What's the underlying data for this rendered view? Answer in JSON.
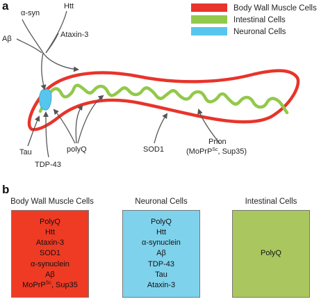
{
  "panel_a": {
    "letter": "a",
    "legend": [
      {
        "label": "Body Wall Muscle Cells",
        "color": "#e8342a"
      },
      {
        "label": "Intestinal Cells",
        "color": "#92c94a"
      },
      {
        "label": "Neuronal Cells",
        "color": "#57c6ee"
      }
    ],
    "labels": {
      "asyn": "α-syn",
      "htt": "Htt",
      "abeta": "Aβ",
      "ataxin": "Ataxin-3",
      "tau": "Tau",
      "tdp": "TDP-43",
      "polyq": "polyQ",
      "sod1": "SOD1",
      "prion_line1": "Prion",
      "prion_pre": "(MoPrP",
      "prion_sup": "Sc",
      "prion_post": ", Sup35)"
    }
  },
  "panel_b": {
    "letter": "b",
    "columns": [
      {
        "title": "Body Wall Muscle Cells",
        "color": "#ef3b24",
        "items": [
          "PolyQ",
          "Htt",
          "Ataxin-3",
          "SOD1",
          "α-synuclein",
          "Aβ"
        ],
        "last_pre": "MoPrP",
        "last_sup": "Sc",
        "last_post": ", Sup35"
      },
      {
        "title": "Neuronal Cells",
        "color": "#7fd2ec",
        "items": [
          "PolyQ",
          "Htt",
          "α-synuclein",
          "Aβ",
          "TDP-43",
          "Tau",
          "Ataxin-3"
        ]
      },
      {
        "title": "Intestinal Cells",
        "color": "#aac75f",
        "items": [
          "PolyQ"
        ]
      }
    ]
  }
}
